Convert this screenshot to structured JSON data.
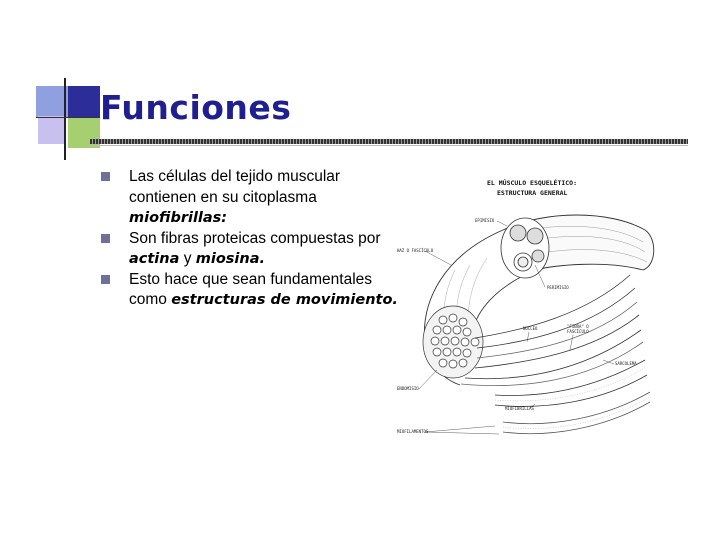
{
  "slide": {
    "title": "Funciones",
    "bullets": [
      {
        "text": "Las células del tejido muscular contienen en su citoplasma ",
        "emphasis": "miofibrillas:",
        "tail": ""
      },
      {
        "text": "Son fibras proteicas compuestas por ",
        "emphasis": "actina",
        "middle": " y ",
        "emphasis2": "miosina.",
        "tail": ""
      },
      {
        "text": "Esto hace que sean fundamentales como ",
        "emphasis": "estructuras de movimiento.",
        "tail": ""
      }
    ]
  },
  "figure": {
    "heading_line1": "EL MÚSCULO ESQUELÉTICO:",
    "heading_line2": "ESTRUCTURA GENERAL",
    "labels": {
      "epimisio": "EPIMISIO",
      "haz": "HAZ O FASCÍCULO",
      "perimisio": "PERIMISIO",
      "nucleo": "NÚCLEO",
      "fibra": "\"FIBRA\" O",
      "fasciculo": "FASCÍCULO",
      "sarcolema": "SARCOLEMA",
      "endomisio": "ENDOMISIO",
      "miofibrillas": "MIOFIBRILLAS",
      "miofilamentos": "MIOFILAMENTOS"
    }
  },
  "colors": {
    "title": "#1f1f8f",
    "bullet": "#6f6f9a",
    "deco_blue": "#3c3ca6",
    "deco_green": "#98c26a",
    "deco_light_blue": "#9aa6e0"
  }
}
